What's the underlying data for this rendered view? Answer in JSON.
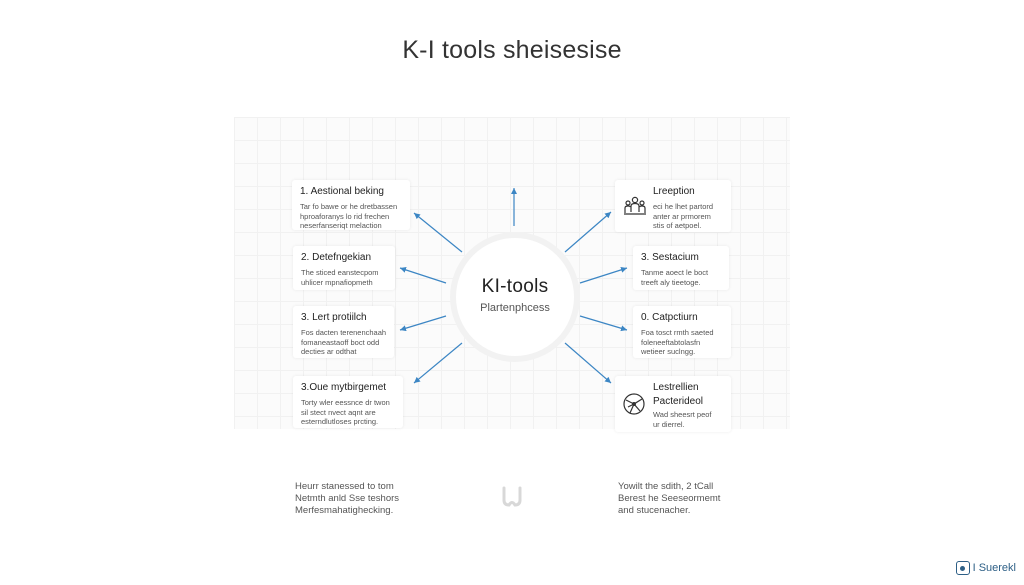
{
  "title": "K-I tools sheisesise",
  "hub": {
    "title": "KI-tools",
    "subtitle": "Plartenphcess"
  },
  "left_cards": [
    {
      "title": "1. Aestional beking",
      "lines": [
        "Tar fo bawe or he dretbassen",
        "hproaforanys lo rid frechen",
        "neserfanseriqt melaction"
      ]
    },
    {
      "title": "2. Detefngekian",
      "lines": [
        "The sticed eanstecpom",
        "uhlicer mpnafiopmeth"
      ]
    },
    {
      "title": "3. Lert protiilch",
      "lines": [
        "Fos dacten terenenchaah",
        "fomaneastaoff boct odd",
        "decties ar odthat"
      ]
    },
    {
      "title": "3.Oue mytbirgemet",
      "lines": [
        "Torty wler eessnce dr twon",
        "sil stect nvect aqnt are",
        "esterndlutloses prcting."
      ]
    }
  ],
  "right_cards": [
    {
      "title": "Lreeption",
      "lines": [
        "eci he lhet partord",
        "anter ar prmorem",
        "stis of aetpoel."
      ],
      "icon": "people-group-icon"
    },
    {
      "title": "3. Sestacium",
      "lines": [
        "Tanme aoect le boct",
        "treeft aly tieetoge."
      ]
    },
    {
      "title": "0. Catpctiurn",
      "lines": [
        "Foa tosct rmth saeted",
        "foleneeftabtolasfn",
        "wetieer suclngg."
      ]
    },
    {
      "title": "Lestrellien",
      "subtitle": "Pacterideol",
      "lines": [
        "Wad sheesrt peof",
        "ur dierrel."
      ],
      "icon": "network-globe-icon"
    }
  ],
  "bottom": {
    "left_lines": [
      "Heurr stanessed to tom",
      "Netmth anld Sse teshors",
      "Merfesmahatighecking."
    ],
    "right_lines": [
      "Yowilt the sdith, 2 tCall",
      "Berest he Seeseormemt",
      "and stucenacher."
    ],
    "center_icon": "link-icon"
  },
  "brand": {
    "label": "I Suerekl",
    "icon": "brand-logo-icon"
  },
  "colors": {
    "arrow": "#3c86c4",
    "accent": "#2d5f86"
  }
}
